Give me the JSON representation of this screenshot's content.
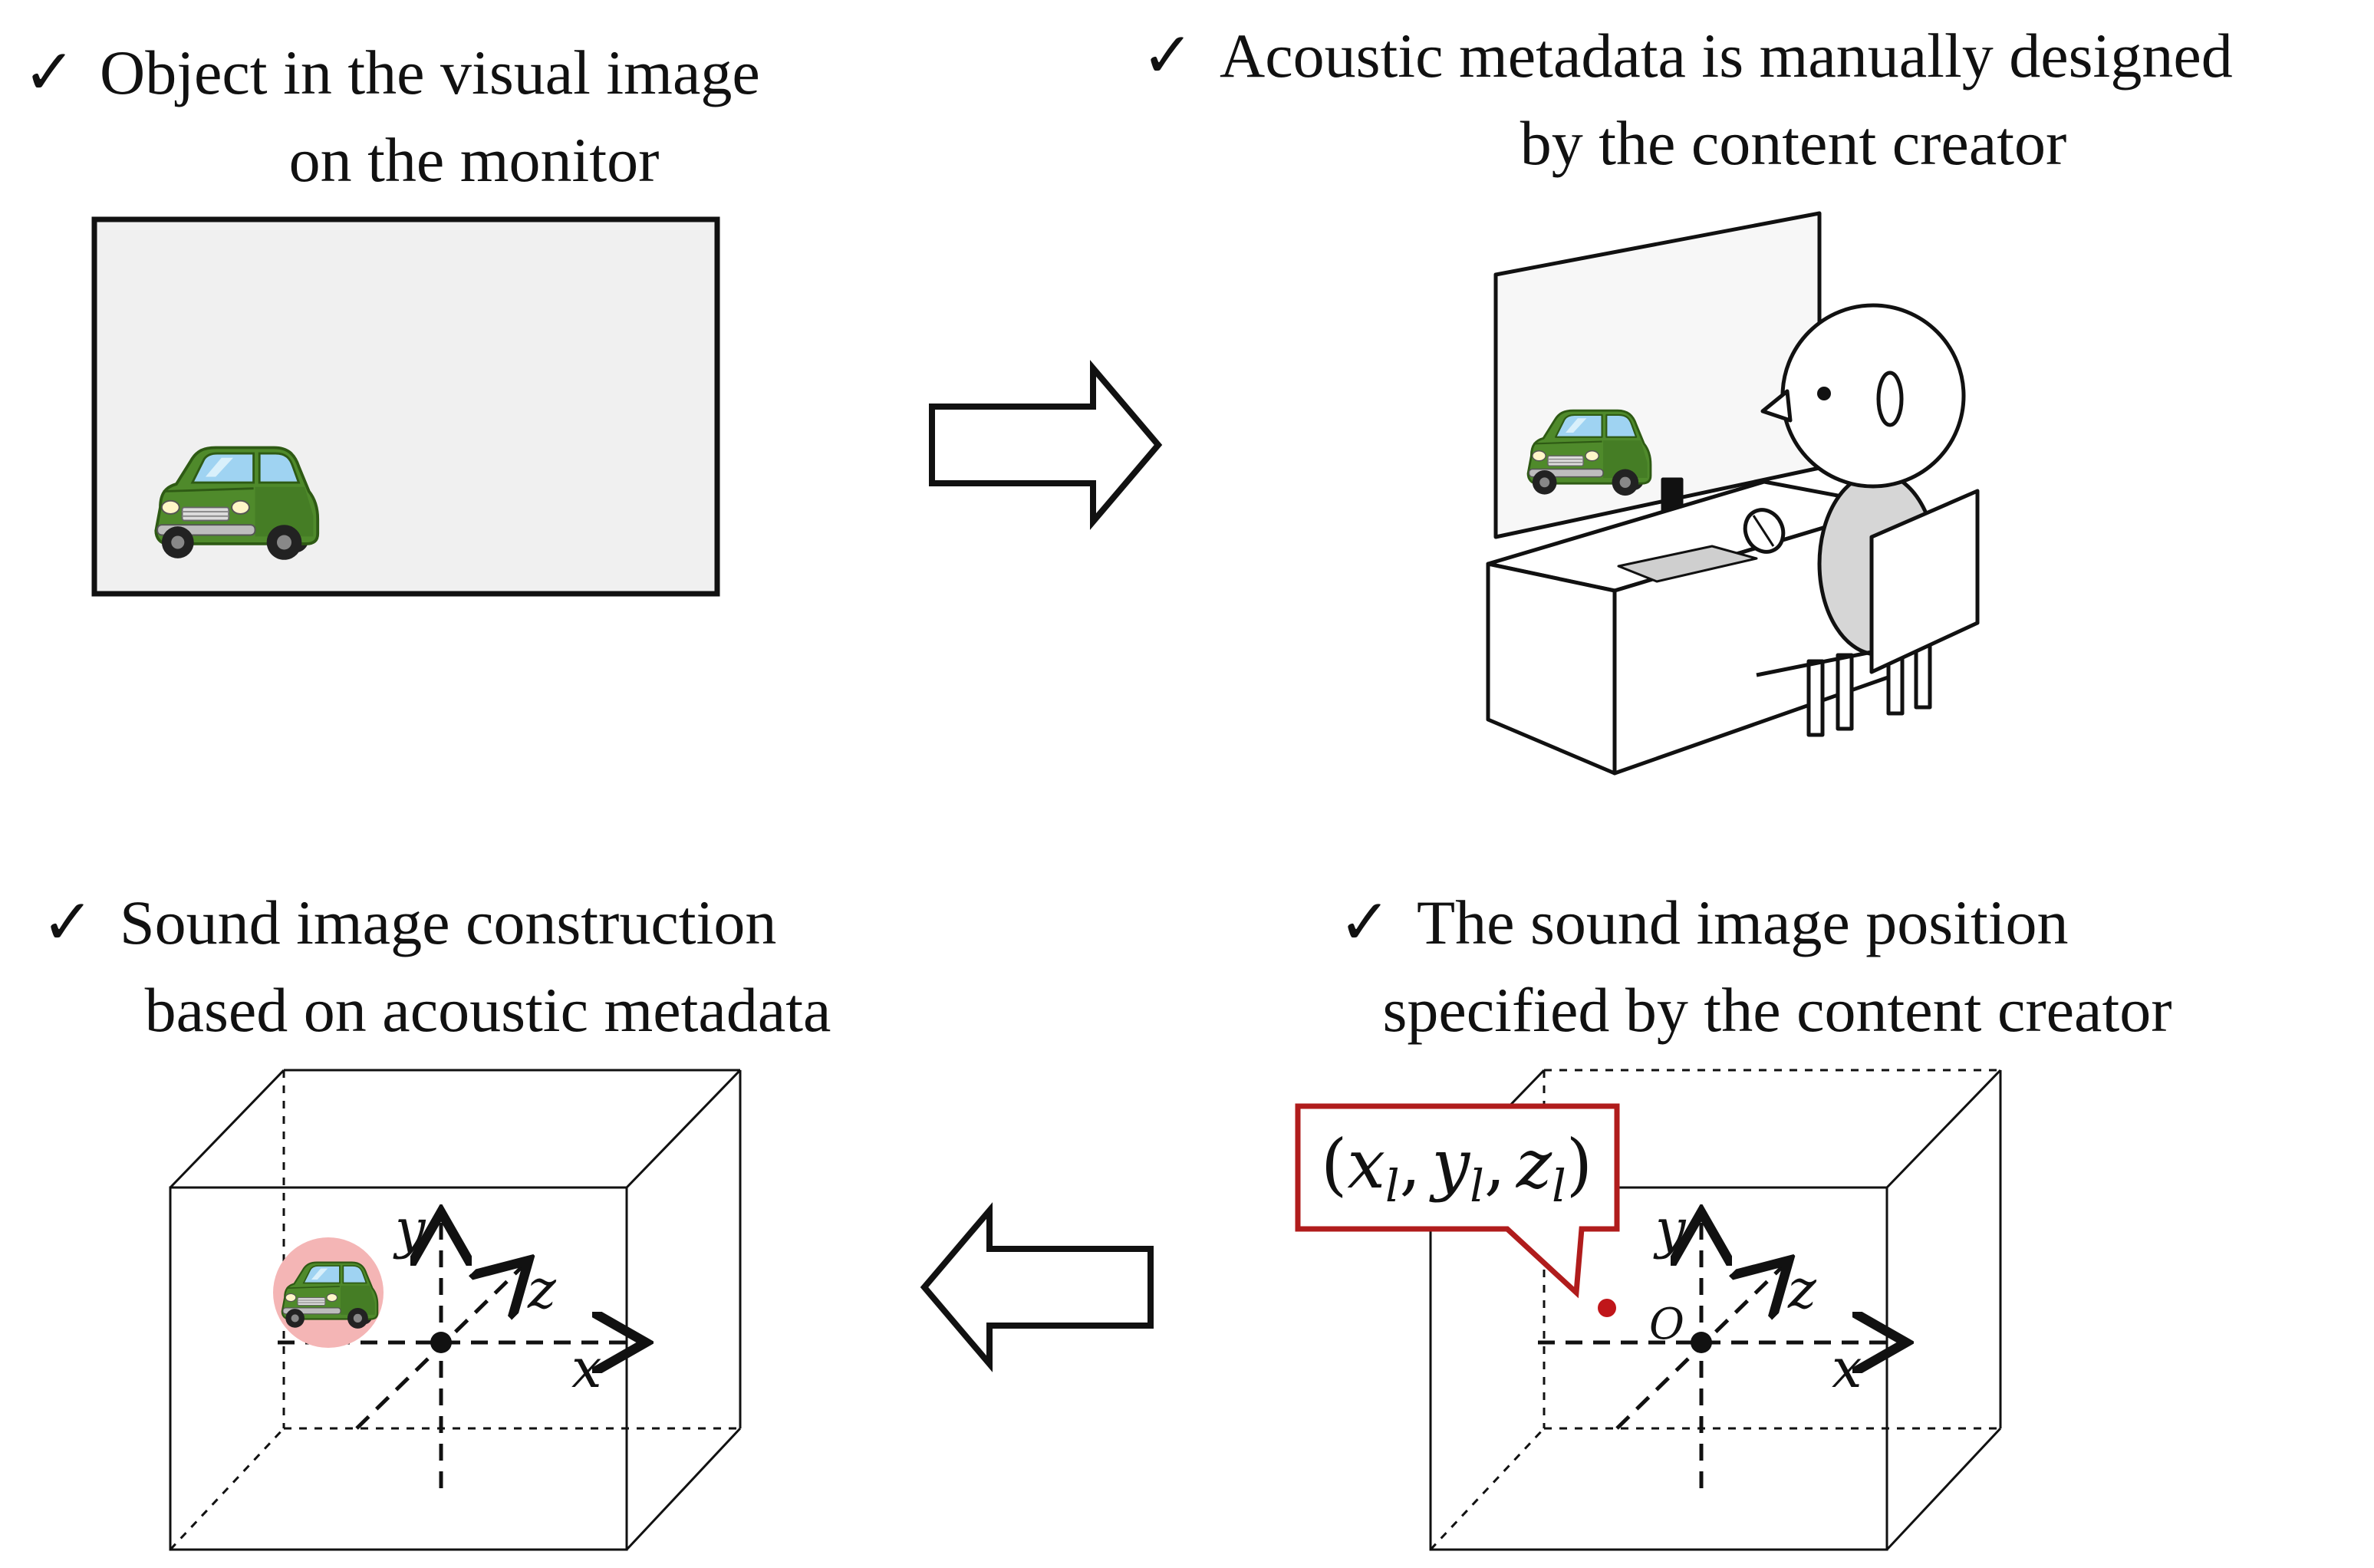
{
  "captions": {
    "top_left": {
      "check": "✓",
      "line1": "Object in the visual image",
      "line2": "on the monitor"
    },
    "top_right": {
      "check": "✓",
      "line1": "Acoustic metadata is manually designed",
      "line2": "by the content creator"
    },
    "bottom_left": {
      "check": "✓",
      "line1": "Sound image construction",
      "line2": "based on acoustic metadata"
    },
    "bottom_right": {
      "check": "✓",
      "line1": "The sound image position",
      "line2": "specified by the content creator"
    }
  },
  "axes": {
    "x": "x",
    "y": "y",
    "z": "z",
    "origin": "O"
  },
  "callout": {
    "label": "(xl, yl, zl)",
    "x": "x",
    "y": "y",
    "z": "z",
    "sub": "l",
    "open": "(",
    "close": ")",
    "comma": ","
  },
  "colors": {
    "car_body": "#4f8a2b",
    "car_window": "#9fd3f2",
    "screen_bg": "#f0f0f0",
    "callout_border": "#b01c1c",
    "sound_point": "#c0161a",
    "sound_glow": "#f4b5b5",
    "chair": "#d6d6d6"
  },
  "icons": [
    "checkmark-icon",
    "car-icon",
    "right-arrow-icon",
    "left-arrow-icon",
    "person-at-desk-icon",
    "mouse-icon"
  ]
}
